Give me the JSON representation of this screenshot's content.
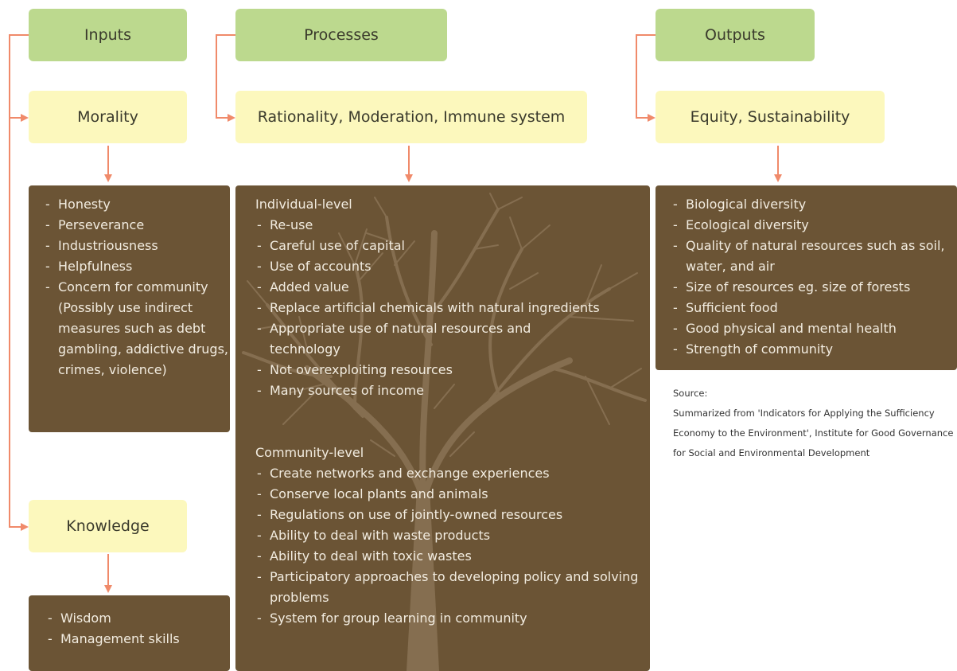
{
  "columns": {
    "inputs": {
      "header": "Inputs",
      "sections": [
        {
          "title": "Morality",
          "items": [
            "Honesty",
            "Perseverance",
            "Industriousness",
            "Helpfulness",
            "Concern for community (Possibly use indirect measures such as debt gambling, addictive drugs, crimes, violence)"
          ]
        },
        {
          "title": "Knowledge",
          "items": [
            "Wisdom",
            "Management skills"
          ]
        }
      ]
    },
    "processes": {
      "header": "Processes",
      "title": "Rationality, Moderation, Immune system",
      "individual_label": "Individual-level",
      "individual_items": [
        "Re-use",
        "Careful use of capital",
        "Use of accounts",
        "Added value",
        "Replace artificial chemicals with natural ingredients",
        "Appropriate use of natural resources and technology",
        "Not overexploiting resources",
        "Many sources of income"
      ],
      "community_label": "Community-level",
      "community_items": [
        "Create networks and exchange experiences",
        "Conserve local plants and animals",
        "Regulations on use of jointly-owned resources",
        "Ability to deal with waste products",
        "Ability to deal with toxic wastes",
        "Participatory approaches to developing policy and solving problems",
        "System for group learning in community"
      ]
    },
    "outputs": {
      "header": "Outputs",
      "title": "Equity, Sustainability",
      "items": [
        "Biological diversity",
        "Ecological diversity",
        "Quality of natural resources such as soil, water, and air",
        "Size of resources eg. size of forests",
        "Sufficient food",
        "Good physical and mental health",
        "Strength of community"
      ]
    }
  },
  "source": {
    "label": "Source:",
    "text": "Summarized from 'Indicators for Applying the Sufficiency Economy to the Environment', Institute for Good Governance for Social and Environmental Development"
  },
  "colors": {
    "header_fill": "#bcd98e",
    "title_fill": "#fcf8bd",
    "list_fill": "#6b5435",
    "connector": "#f08a6a"
  }
}
